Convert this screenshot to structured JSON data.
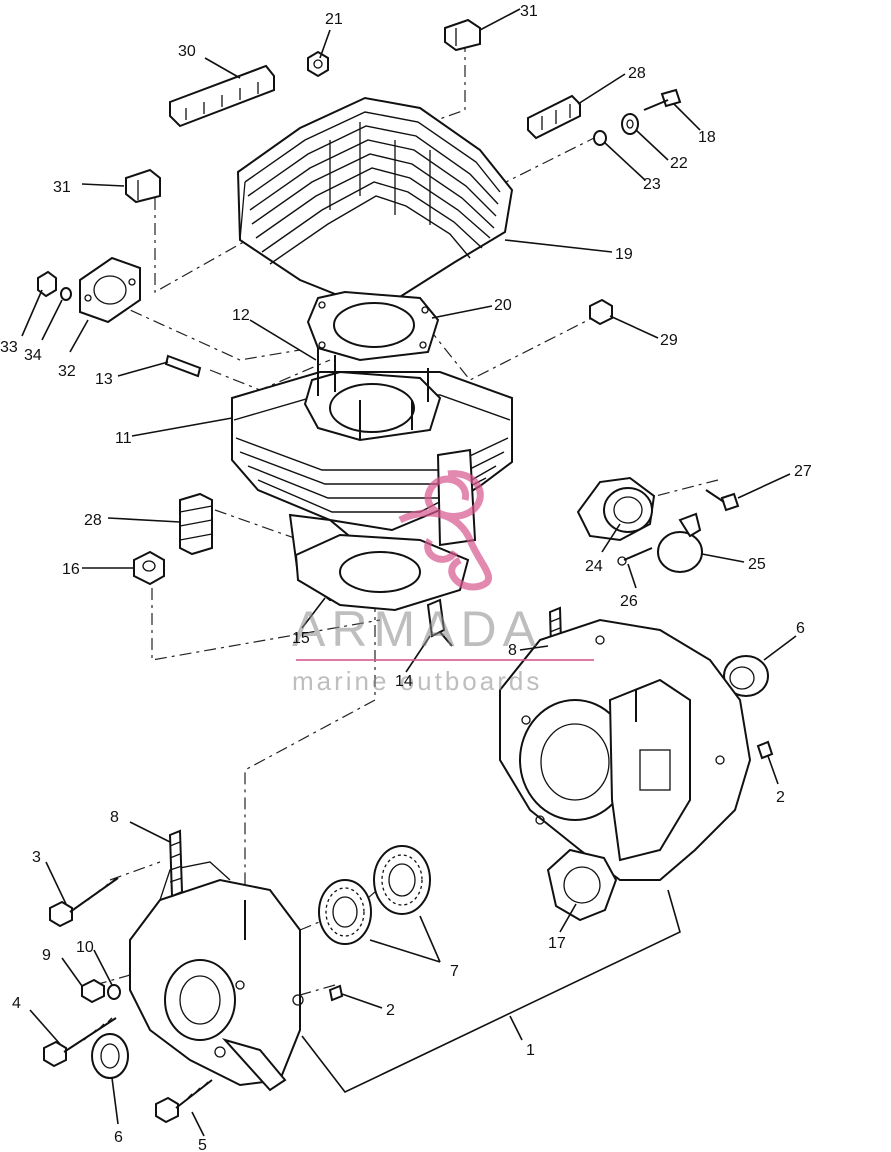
{
  "watermark": {
    "brand": "ARMADA",
    "tagline": "marine outboards",
    "accent_color": "#d8588f",
    "text_color": "#8a8a8a"
  },
  "callouts": {
    "p1": "1",
    "p2a": "2",
    "p2b": "2",
    "p3": "3",
    "p4": "4",
    "p5": "5",
    "p6a": "6",
    "p6b": "6",
    "p7": "7",
    "p8a": "8",
    "p8b": "8",
    "p9": "9",
    "p10": "10",
    "p11": "11",
    "p12": "12",
    "p13": "13",
    "p14": "14",
    "p15": "15",
    "p16": "16",
    "p17": "17",
    "p18": "18",
    "p19": "19",
    "p20": "20",
    "p21": "21",
    "p22": "22",
    "p23": "23",
    "p24": "24",
    "p25": "25",
    "p26": "26",
    "p27": "27",
    "p28a": "28",
    "p28b": "28",
    "p29": "29",
    "p30": "30",
    "p31a": "31",
    "p31b": "31",
    "p32": "32",
    "p33": "33",
    "p34": "34"
  }
}
